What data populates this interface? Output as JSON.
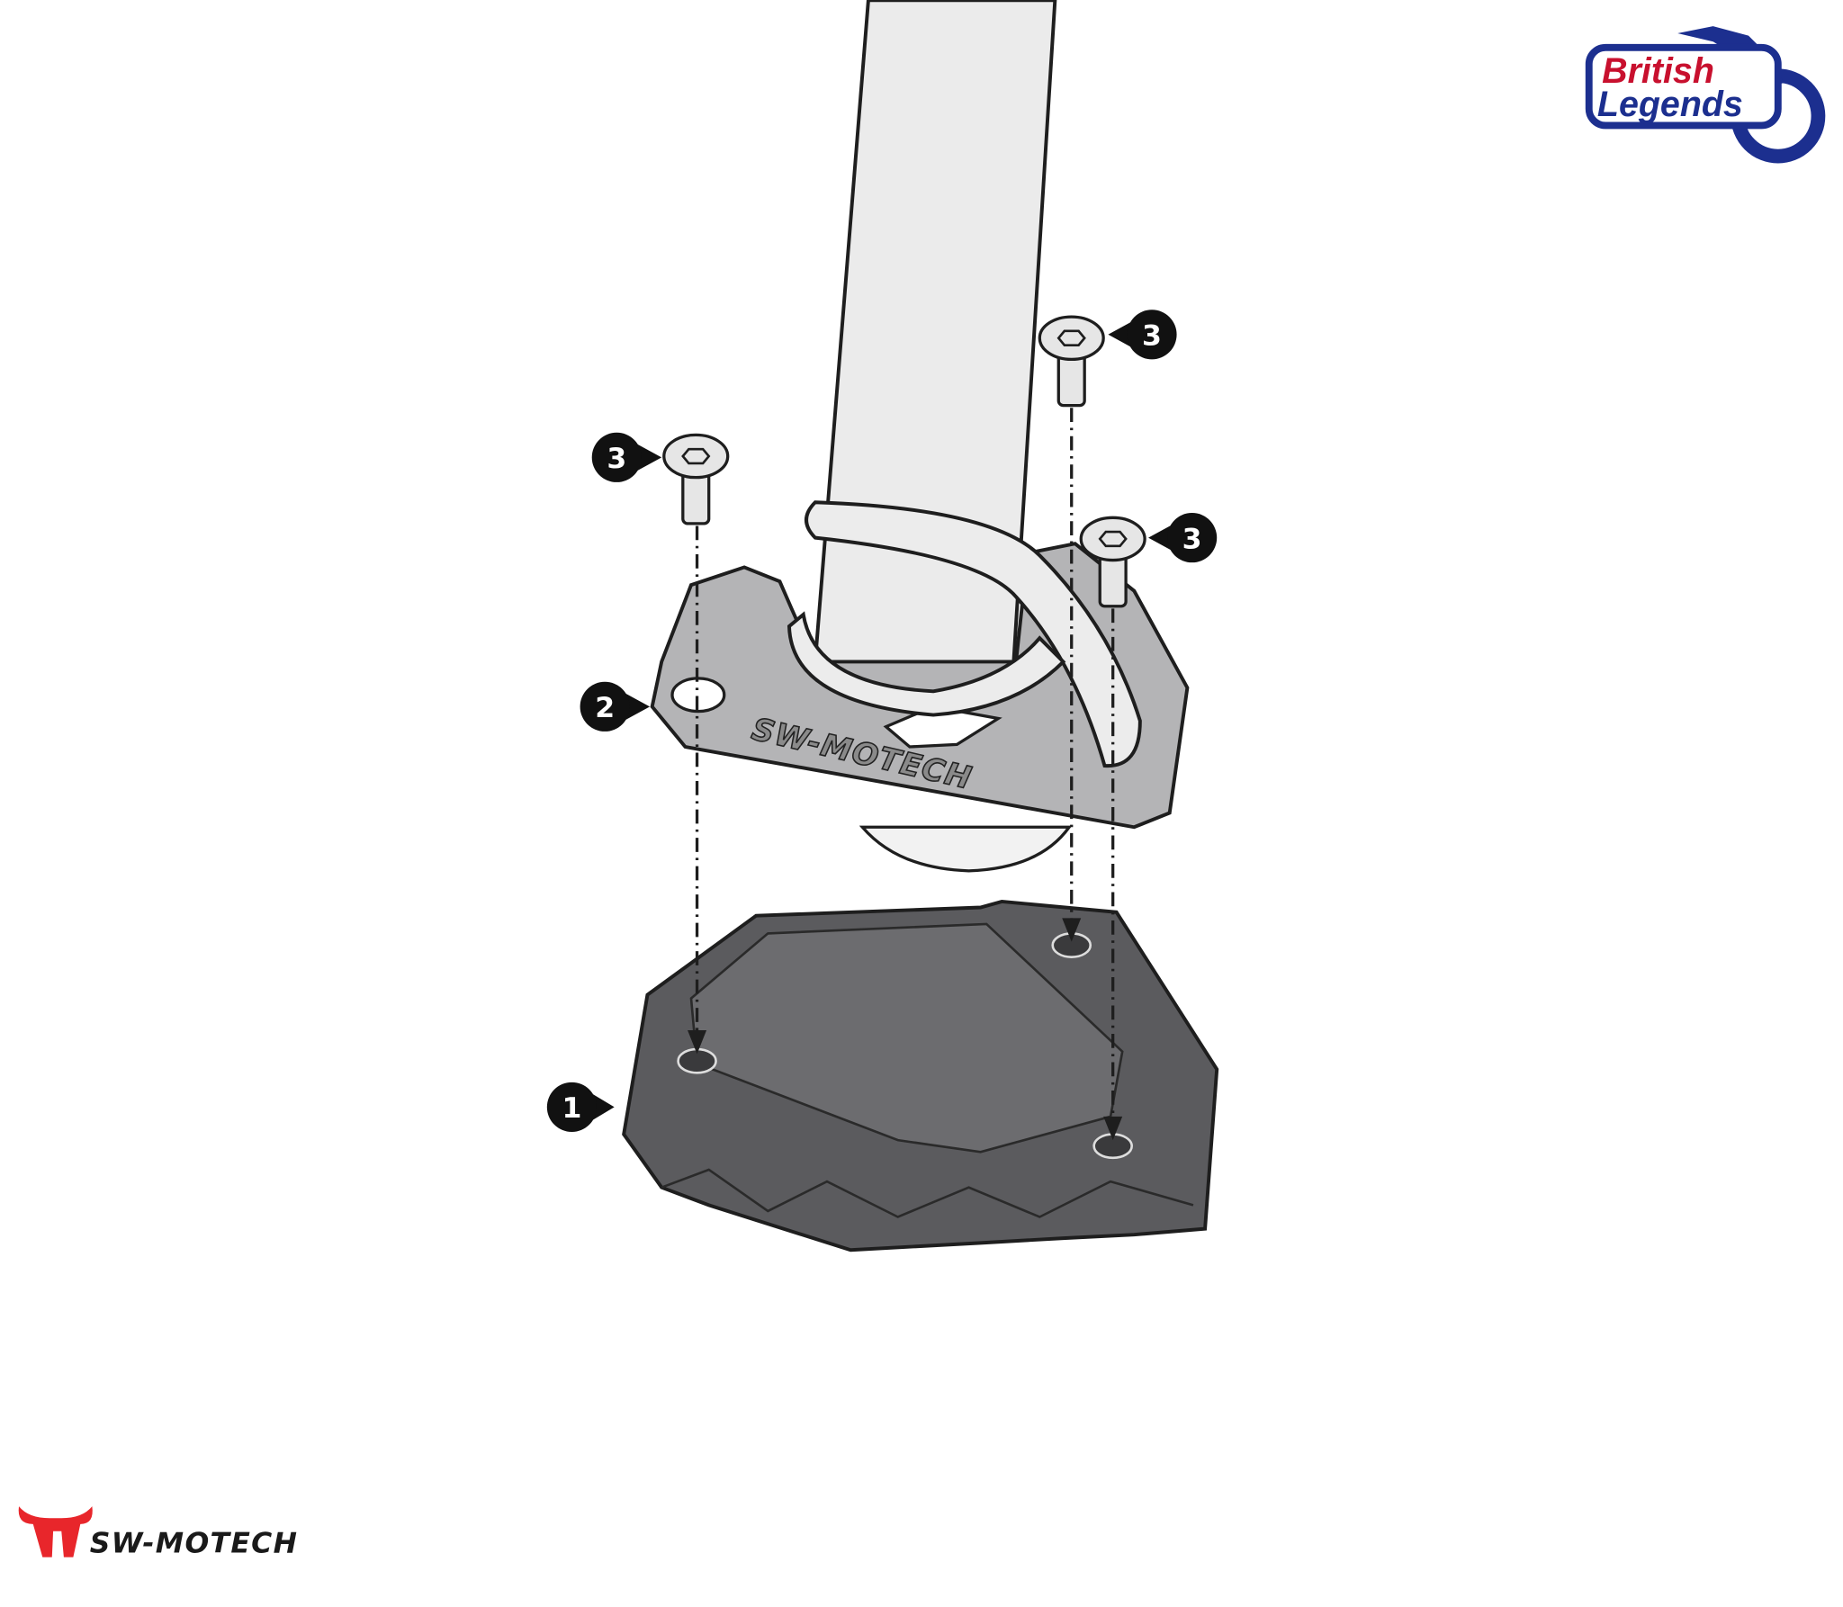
{
  "diagram": {
    "callouts": [
      {
        "id": "part-1",
        "label": "1"
      },
      {
        "id": "part-2",
        "label": "2"
      },
      {
        "id": "screw-left",
        "label": "3"
      },
      {
        "id": "screw-top-right",
        "label": "3"
      },
      {
        "id": "screw-right",
        "label": "3"
      }
    ],
    "plate_engraving": "SW-MOTECH"
  },
  "logos": {
    "british_legends": {
      "line1": "British",
      "line2": "Legends",
      "color_red": "#c8102e",
      "color_blue": "#1c2f8f"
    },
    "sw_motech": {
      "text": "SW-MOTECH",
      "color_red": "#e8262b"
    }
  },
  "colors": {
    "foot": "#5b5b5e",
    "foot_top": "#6c6c6f",
    "plate": "#b4b4b6",
    "stand": "#ebebeb",
    "outline": "#1e1e1e"
  }
}
